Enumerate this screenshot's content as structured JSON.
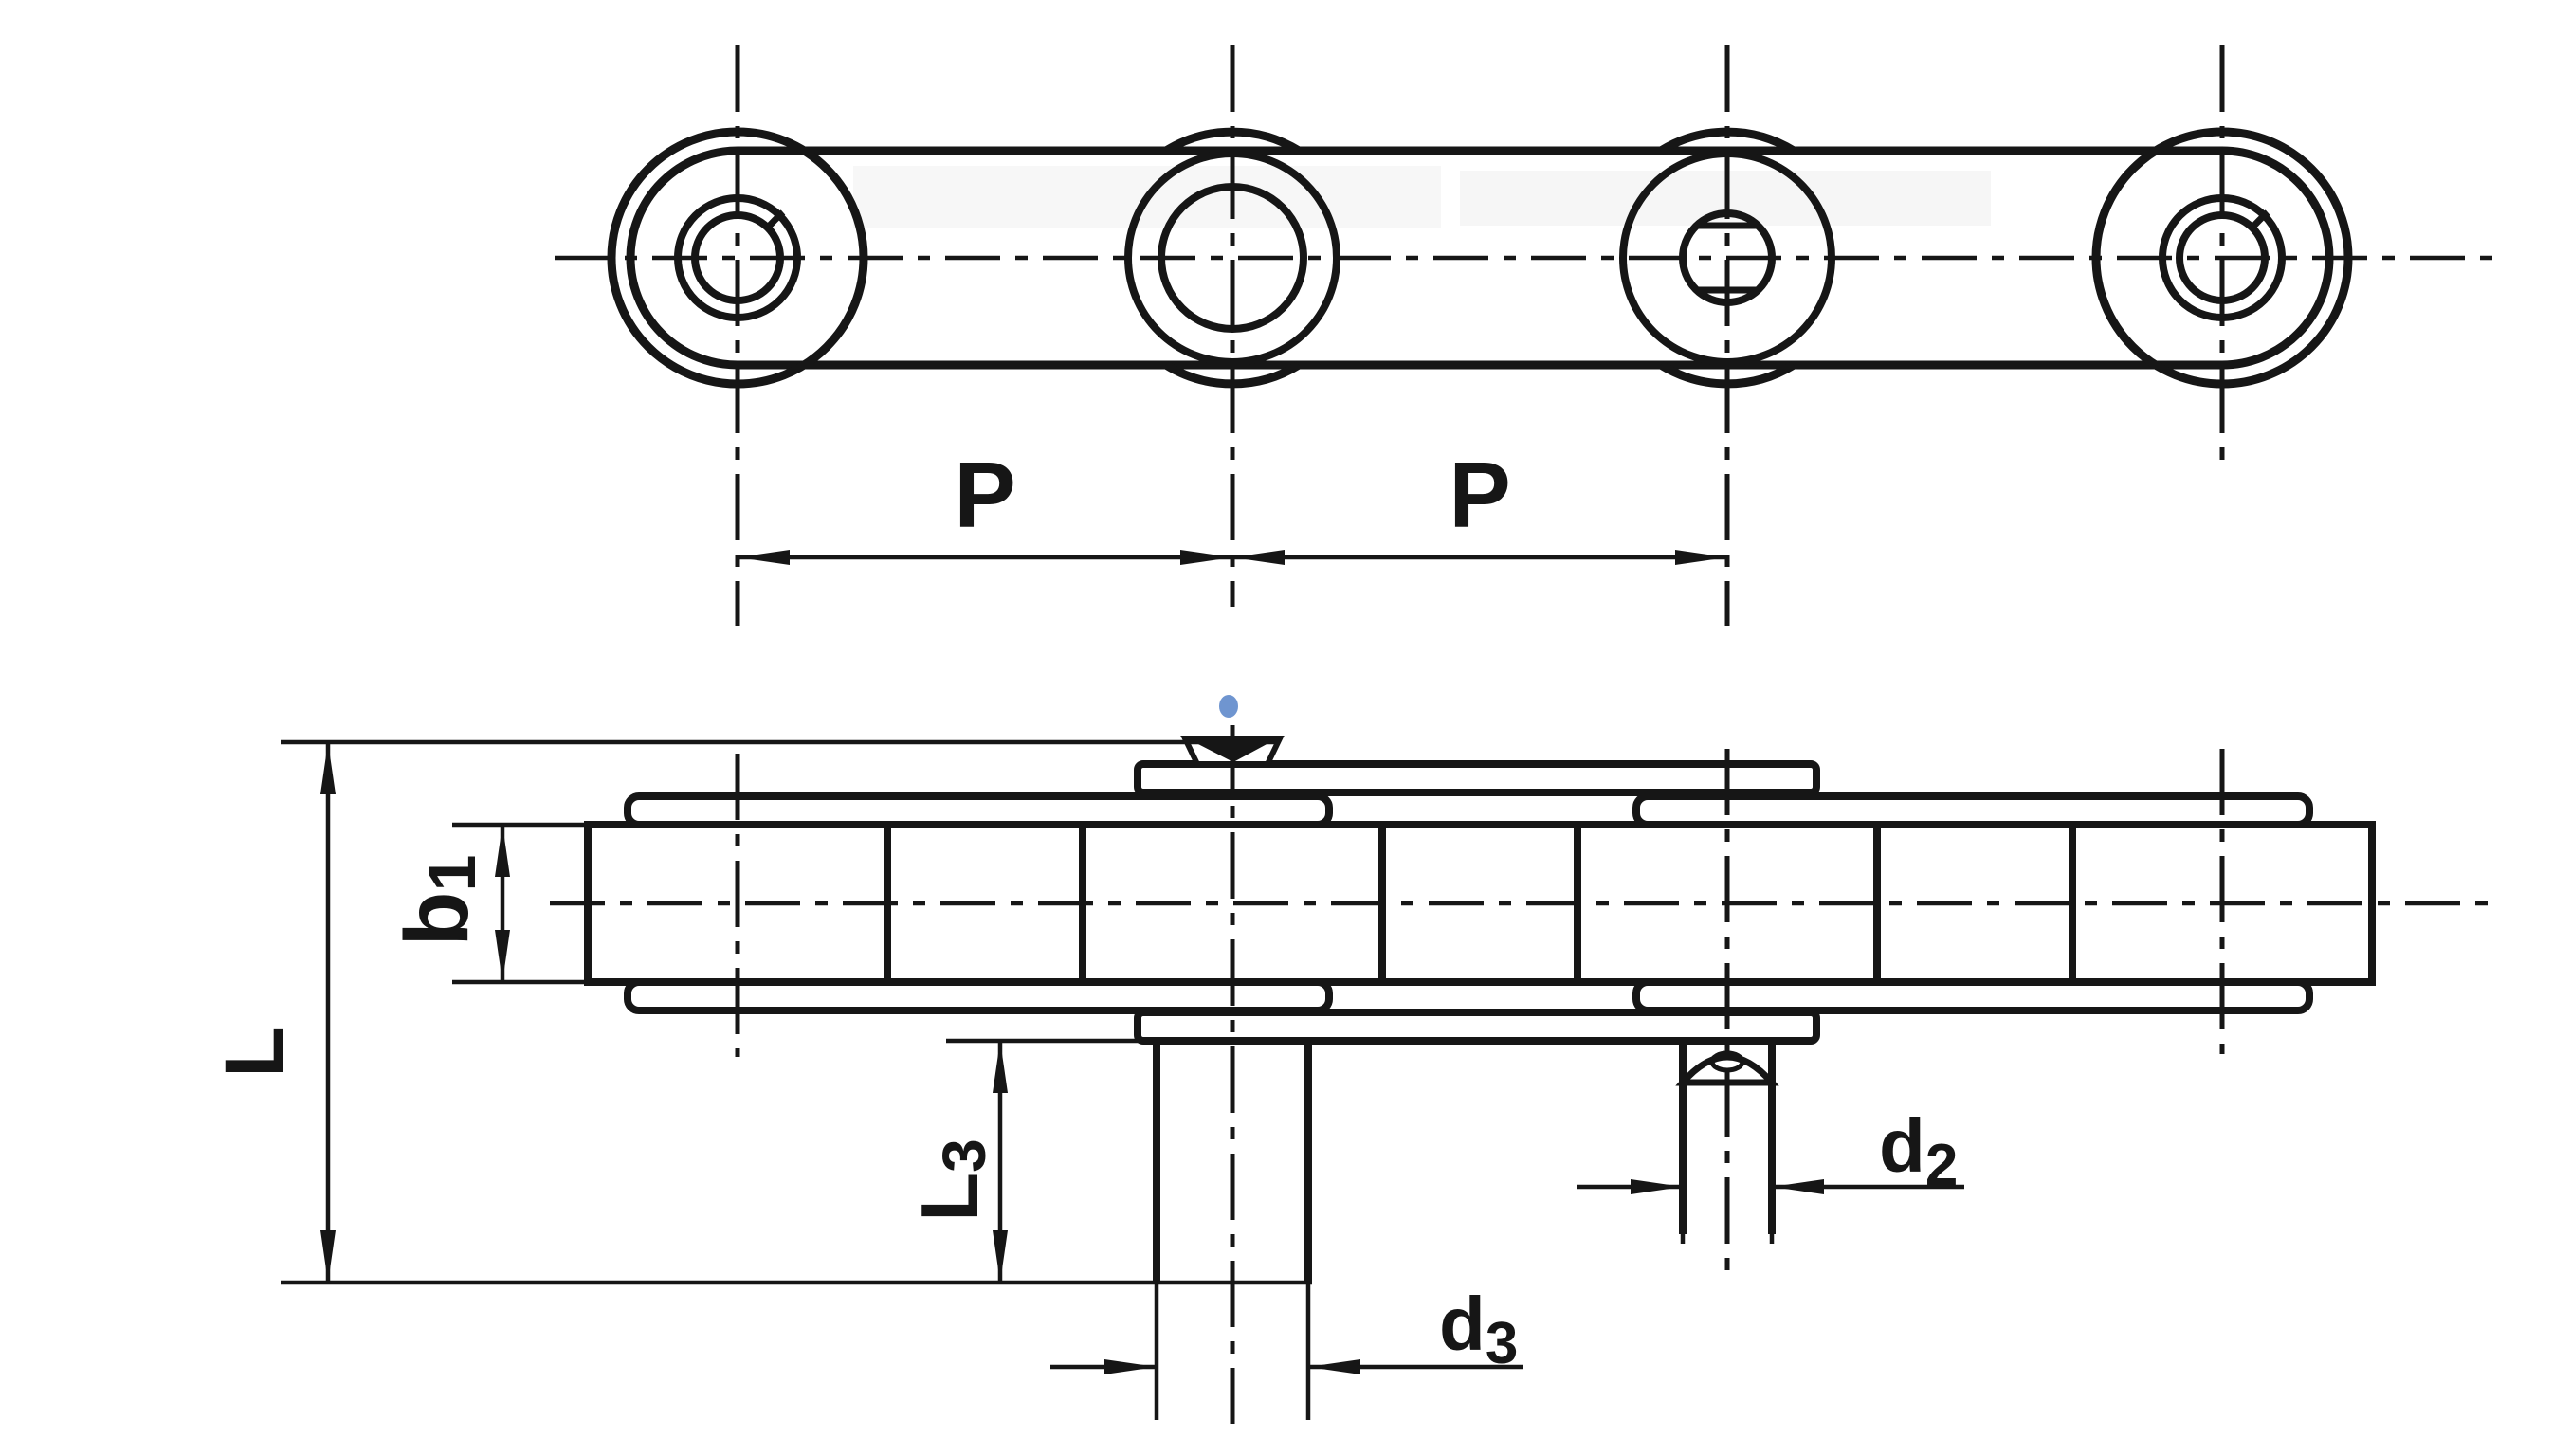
{
  "drawing": {
    "type": "technical-drawing",
    "subject": "roller conveyor chain with extended pins, two orthographic views",
    "colors": {
      "ink": "#161616",
      "background": "#ffffff",
      "smudge": "#6f8fd8"
    },
    "labels": {
      "pitch1": "P",
      "pitch2": "P",
      "overall_length": "L",
      "inner_width": {
        "main": "b",
        "sub": "1"
      },
      "pin_extension": {
        "main": "L",
        "sub": "3"
      },
      "pin_dia_small": {
        "main": "d",
        "sub": "2"
      },
      "pin_dia_large": {
        "main": "d",
        "sub": "3"
      }
    }
  }
}
